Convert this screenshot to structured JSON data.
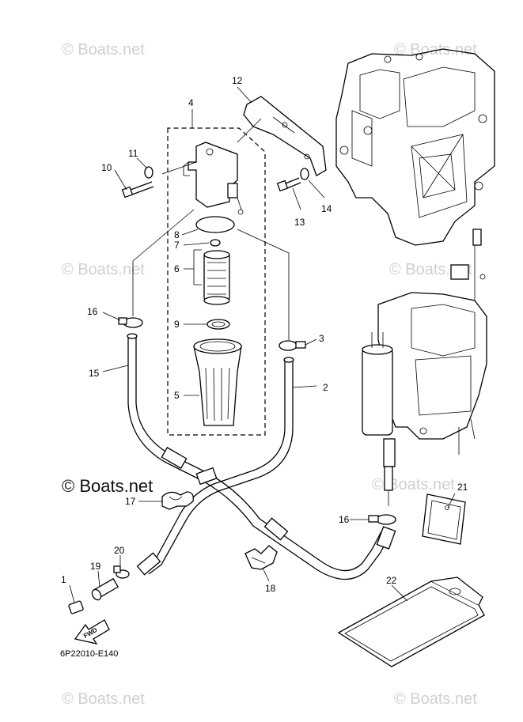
{
  "watermarks": {
    "top_left": "© Boats.net",
    "top_right": "© Boats.net",
    "mid_left": "© Boats.net",
    "mid_right": "© Boats.net",
    "center_dark": "© Boats.net",
    "center_right": "© Boats.net",
    "bottom_left": "© Boats.net",
    "bottom_right": "© Boats.net"
  },
  "diagram_code": "6P22010-E140",
  "fwd_label": "FWD",
  "callouts": {
    "c1": "1",
    "c2": "2",
    "c3": "3",
    "c4": "4",
    "c5": "5",
    "c6": "6",
    "c7": "7",
    "c8": "8",
    "c9": "9",
    "c10": "10",
    "c11": "11",
    "c12": "12",
    "c13": "13",
    "c14": "14",
    "c15": "15",
    "c16a": "16",
    "c16b": "16",
    "c17": "17",
    "c18": "18",
    "c19": "19",
    "c20": "20",
    "c21": "21",
    "c22": "22"
  }
}
